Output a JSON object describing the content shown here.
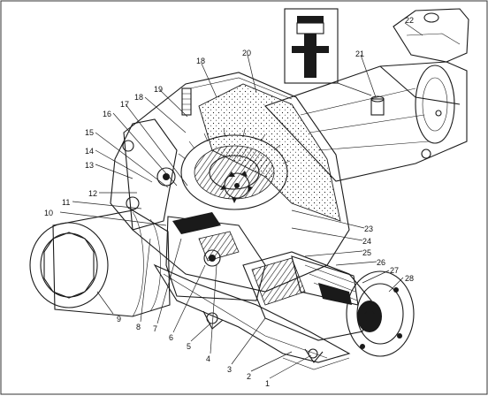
{
  "callouts": [
    "1",
    "2",
    "3",
    "4",
    "5",
    "6",
    "7",
    "8",
    "9",
    "10",
    "11",
    "12",
    "13",
    "14",
    "15",
    "16",
    "17",
    "18",
    "19",
    "18",
    "20",
    "21",
    "22",
    "23",
    "24",
    "25",
    "26",
    "27",
    "28"
  ],
  "caption": "",
  "colors": {
    "ink": "#1a1a1a",
    "paper": "#ffffff"
  }
}
